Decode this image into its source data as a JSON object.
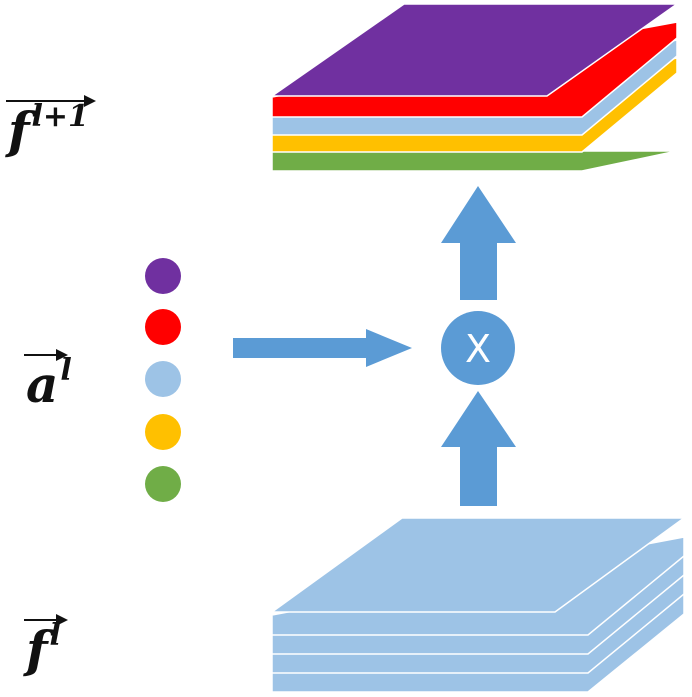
{
  "labels": {
    "output_features": {
      "base": "f",
      "superscript": "l+1"
    },
    "attention": {
      "base": "a",
      "superscript": "l"
    },
    "input_features": {
      "base": "f",
      "superscript": "l"
    }
  },
  "multiply_operator": "X",
  "attention_colors": [
    "#7030a0",
    "#ff0000",
    "#9dc3e6",
    "#ffc000",
    "#70ad47"
  ],
  "output_layer_colors": [
    "#7030a0",
    "#ff0000",
    "#9dc3e6",
    "#ffc000",
    "#70ad47"
  ],
  "input_layer_color": "#9dc3e6",
  "arrow_color": "#5b9bd5"
}
